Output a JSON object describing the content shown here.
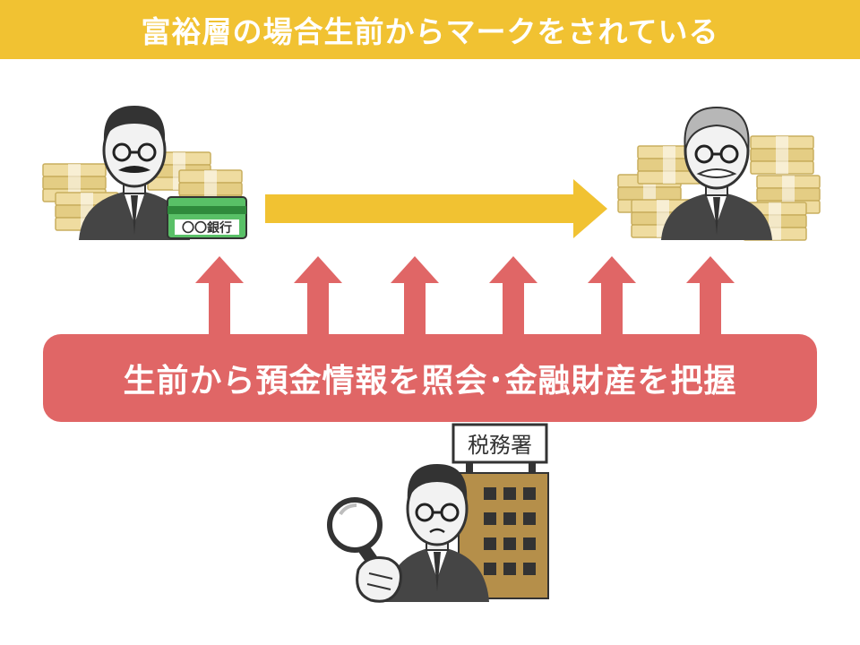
{
  "title": "富裕層の場合生前からマークをされている",
  "banner": "生前から預金情報を照会･金融財産を把握",
  "bank_card_label": "〇〇銀行",
  "tax_office_sign": "税務署",
  "colors": {
    "title_bar": "#f1c232",
    "banner": "#e06666",
    "arrow_yellow": "#f1c232",
    "arrow_red": "#e06666",
    "money": "#e8d28a",
    "card": "#5cc266",
    "suit": "#444444",
    "building": "#b58f4a"
  },
  "icons": [
    "money-stack-icon",
    "businessman-icon",
    "bank-card-icon",
    "elderly-man-icon",
    "tax-inspector-icon",
    "magnifier-icon",
    "tax-office-building-icon"
  ]
}
